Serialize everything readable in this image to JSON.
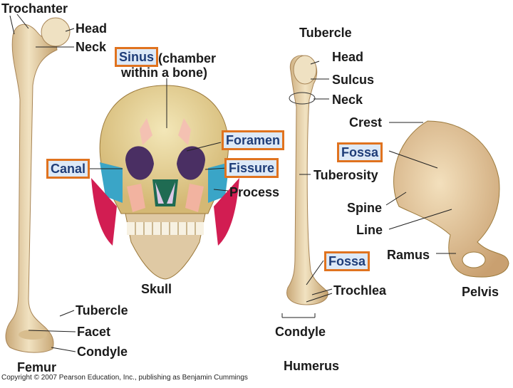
{
  "femur": {
    "name": "Femur",
    "trochanter": "Trochanter",
    "head": "Head",
    "neck": "Neck",
    "tubercle": "Tubercle",
    "facet": "Facet",
    "condyle": "Condyle"
  },
  "skull": {
    "name": "Skull",
    "sinus": "Sinus",
    "sinus_note_1": "(chamber",
    "sinus_note_2": "within a bone)",
    "foramen": "Foramen",
    "canal": "Canal",
    "fissure": "Fissure",
    "process": "Process"
  },
  "humerus": {
    "name": "Humerus",
    "tubercle": "Tubercle",
    "head": "Head",
    "sulcus": "Sulcus",
    "neck": "Neck",
    "tuberosity": "Tuberosity",
    "fossa": "Fossa",
    "trochlea": "Trochlea",
    "condyle": "Condyle"
  },
  "pelvis": {
    "name": "Pelvis",
    "crest": "Crest",
    "fossa": "Fossa",
    "spine": "Spine",
    "line": "Line",
    "ramus": "Ramus"
  },
  "copyright": "Copyright © 2007 Pearson Education, Inc., publishing as Benjamin Cummings",
  "colors": {
    "bone": "#e8d3a6",
    "bone_shadow": "#c9a877",
    "highlight_border": "#e0731f",
    "highlight_fill": "#dde9f7"
  }
}
